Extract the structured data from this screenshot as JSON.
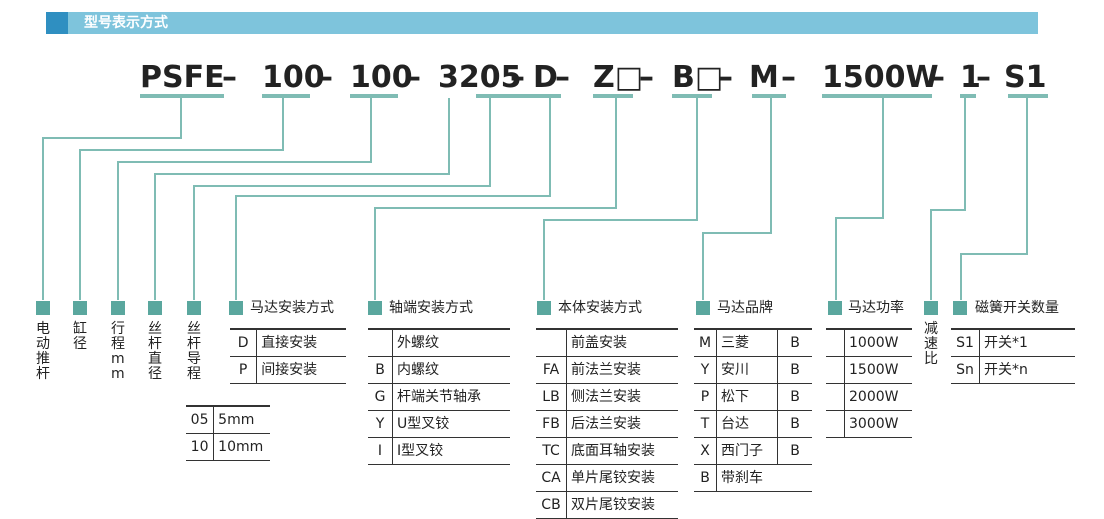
{
  "header": {
    "title": "型号表示方式"
  },
  "code_segments": [
    {
      "text": "PSFE",
      "dash": "–"
    },
    {
      "text": "100",
      "dash": "–"
    },
    {
      "text": "100",
      "dash": "–"
    },
    {
      "text": "3205",
      "dash": "–"
    },
    {
      "text": "D",
      "dash": "–"
    },
    {
      "text": "Z□",
      "dash": "–"
    },
    {
      "text": "B□",
      "dash": "–"
    },
    {
      "text": "M",
      "dash": "–"
    },
    {
      "text": "1500W",
      "dash": "–"
    },
    {
      "text": "1",
      "dash": "–"
    },
    {
      "text": "S1",
      "dash": ""
    }
  ],
  "vertical_labels": [
    "电动推杆",
    "缸径",
    "行程mm",
    "丝杆直径",
    "丝杆导程",
    "减速比"
  ],
  "motor_mount": {
    "title": "马达安装方式",
    "rows": [
      [
        "D",
        "直接安装"
      ],
      [
        "P",
        "间接安装"
      ]
    ],
    "pitch_rows": [
      [
        "05",
        "5mm"
      ],
      [
        "10",
        "10mm"
      ]
    ]
  },
  "rod_end": {
    "title": "轴端安装方式",
    "rows": [
      [
        "",
        "外螺纹"
      ],
      [
        "B",
        "内螺纹"
      ],
      [
        "G",
        "杆端关节轴承"
      ],
      [
        "Y",
        "U型叉铰"
      ],
      [
        "I",
        "I型叉铰"
      ]
    ]
  },
  "body_mount": {
    "title": "本体安装方式",
    "rows": [
      [
        "",
        "前盖安装"
      ],
      [
        "FA",
        "前法兰安装"
      ],
      [
        "LB",
        "侧法兰安装"
      ],
      [
        "FB",
        "后法兰安装"
      ],
      [
        "TC",
        "底面耳轴安装"
      ],
      [
        "CA",
        "单片尾铰安装"
      ],
      [
        "CB",
        "双片尾铰安装"
      ]
    ]
  },
  "motor_brand": {
    "title": "马达品牌",
    "rows": [
      [
        "M",
        "三菱",
        "B"
      ],
      [
        "Y",
        "安川",
        "B"
      ],
      [
        "P",
        "松下",
        "B"
      ],
      [
        "T",
        "台达",
        "B"
      ],
      [
        "X",
        "西门子",
        "B"
      ]
    ],
    "brake": [
      "B",
      "带刹车"
    ]
  },
  "motor_power": {
    "title": "马达功率",
    "rows": [
      "1000W",
      "1500W",
      "2000W",
      "3000W"
    ]
  },
  "reed_switch": {
    "title": "磁簧开关数量",
    "rows": [
      [
        "S1",
        "开关*1"
      ],
      [
        "Sn",
        "开关*n"
      ]
    ]
  }
}
